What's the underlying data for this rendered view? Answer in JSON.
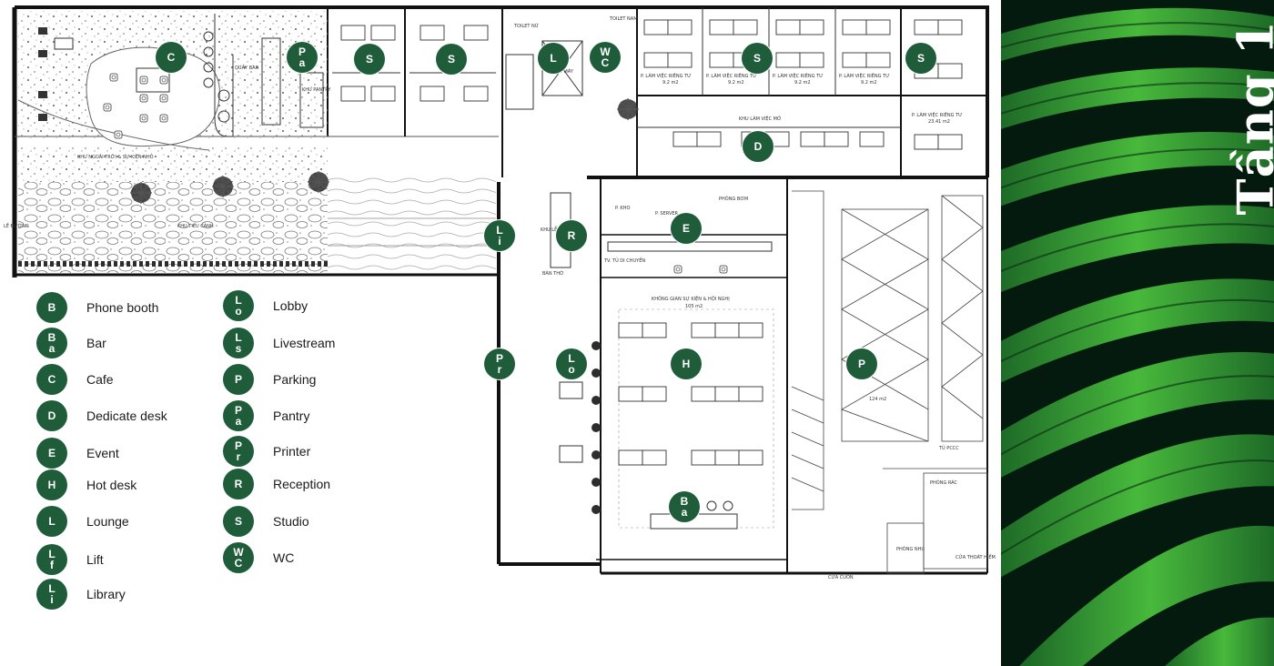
{
  "page": {
    "title": "Tầng 1"
  },
  "colors": {
    "pin": "#1f5c3a",
    "leaf_dark": "#041a0e",
    "leaf_green": "#3fae3a"
  },
  "plan_labels": {
    "quay_bar": "QUẦY BAR",
    "khu_pantry": "KHU PANTRY",
    "khu_ngoai_troi": "KHU NGOÀI TRỜI & SỰ KIỆN NHỎ",
    "khu_tieu_canh": "KHU TIỂU CẢNH",
    "toilet_nu": "TOILET NỮ",
    "toilet_nam": "TOILET NAM",
    "thang_may": "THANG MÁY",
    "p_lam_viec_1": "P. LÀM VIỆC RIÊNG TƯ",
    "area_1": "9.2 m2",
    "p_lam_viec_2": "P. LÀM VIỆC RIÊNG TƯ",
    "area_2": "9.2 m2",
    "p_lam_viec_3": "P. LÀM VIỆC RIÊNG TƯ",
    "area_3": "9.2 m2",
    "p_lam_viec_4": "P. LÀM VIỆC RIÊNG TƯ",
    "area_4": "9.2 m2",
    "p_lam_viec_5": "P. LÀM VIỆC RIÊNG TƯ",
    "area_5": "23.41 m2",
    "khu_lam_viec_mo": "KHU LÀM VIỆC MỞ",
    "p_kho": "P. KHO",
    "p_server": "P. SERVER",
    "phong_bom": "PHÒNG BƠM",
    "ban_tho": "BÀN THỜ",
    "khu_le_tan": "KHU LỄ TÂN",
    "tu_di_chuyen": "TV. TỦ DI CHUYỂN",
    "khong_gian_su_kien": "KHÔNG GIAN SỰ KIỆN & HỘI NGHỊ",
    "area_event": "105 m2",
    "parking_area": "124 m2",
    "tu_pccc": "TỦ PCCC",
    "phong_rac": "PHÒNG RÁC",
    "phong_nhu": "PHÒNG NHU",
    "cua_thoat_hiem": "CỬA THOÁT HIỂM",
    "cua_cuon": "CỬA CUỐN",
    "le_duong": "LỀ ĐƯỜNG"
  },
  "markers": [
    {
      "id": "cafe",
      "l1": "C",
      "l2": ""
    },
    {
      "id": "pantry",
      "l1": "P",
      "l2": "a"
    },
    {
      "id": "studio-1",
      "l1": "S",
      "l2": ""
    },
    {
      "id": "studio-2",
      "l1": "S",
      "l2": ""
    },
    {
      "id": "lounge-top",
      "l1": "L",
      "l2": ""
    },
    {
      "id": "wc",
      "l1": "W",
      "l2": "C"
    },
    {
      "id": "studio-3",
      "l1": "S",
      "l2": ""
    },
    {
      "id": "studio-4",
      "l1": "S",
      "l2": ""
    },
    {
      "id": "dedicate-desk",
      "l1": "D",
      "l2": ""
    },
    {
      "id": "event",
      "l1": "E",
      "l2": ""
    },
    {
      "id": "reception",
      "l1": "R",
      "l2": ""
    },
    {
      "id": "library",
      "l1": "L",
      "l2": "i"
    },
    {
      "id": "printer",
      "l1": "P",
      "l2": "r"
    },
    {
      "id": "lobby",
      "l1": "L",
      "l2": "o"
    },
    {
      "id": "hot-desk",
      "l1": "H",
      "l2": ""
    },
    {
      "id": "parking",
      "l1": "P",
      "l2": ""
    },
    {
      "id": "bar",
      "l1": "B",
      "l2": "a"
    }
  ],
  "legend": {
    "left": [
      {
        "l1": "B",
        "l2": "",
        "label": "Phone booth"
      },
      {
        "l1": "B",
        "l2": "a",
        "label": "Bar"
      },
      {
        "l1": "C",
        "l2": "",
        "label": "Cafe"
      },
      {
        "l1": "D",
        "l2": "",
        "label": "Dedicate desk"
      },
      {
        "l1": "E",
        "l2": "",
        "label": "Event"
      },
      {
        "l1": "H",
        "l2": "",
        "label": "Hot desk"
      },
      {
        "l1": "L",
        "l2": "",
        "label": "Lounge"
      },
      {
        "l1": "L",
        "l2": "f",
        "label": "Lift"
      },
      {
        "l1": "L",
        "l2": "i",
        "label": "Library"
      }
    ],
    "right": [
      {
        "l1": "L",
        "l2": "o",
        "label": "Lobby"
      },
      {
        "l1": "L",
        "l2": "s",
        "label": "Livestream"
      },
      {
        "l1": "P",
        "l2": "",
        "label": "Parking"
      },
      {
        "l1": "P",
        "l2": "a",
        "label": "Pantry"
      },
      {
        "l1": "P",
        "l2": "r",
        "label": "Printer"
      },
      {
        "l1": "R",
        "l2": "",
        "label": "Reception"
      },
      {
        "l1": "S",
        "l2": "",
        "label": "Studio"
      },
      {
        "l1": "W",
        "l2": "C",
        "label": "WC"
      }
    ]
  }
}
